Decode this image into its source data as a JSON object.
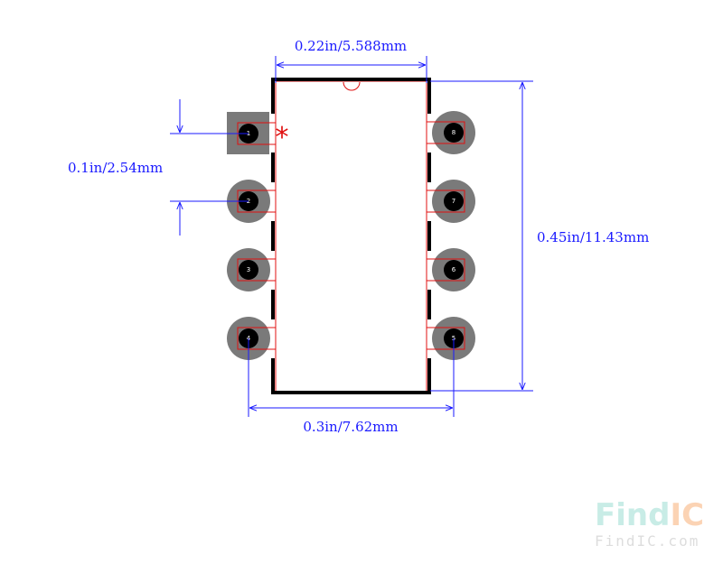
{
  "dimensions": {
    "body_width": "0.22in/5.588mm",
    "pin_pitch": "0.1in/2.54mm",
    "body_length": "0.45in/11.43mm",
    "row_spacing": "0.3in/7.62mm"
  },
  "pins": {
    "left": [
      "1",
      "2",
      "3",
      "4"
    ],
    "right": [
      "8",
      "7",
      "6",
      "5"
    ]
  },
  "pin1_marker": "*",
  "watermark": {
    "brand_part1": "Find",
    "brand_part2": "IC",
    "url": "FindIC.com"
  },
  "colors": {
    "dimension": "#1a1aff",
    "outline": "#000000",
    "pad": "#7a7a7a",
    "drill": "#000000",
    "copper": "#e01010",
    "watermark_find": "#c8ece6",
    "watermark_ic": "#fbd3b4"
  }
}
